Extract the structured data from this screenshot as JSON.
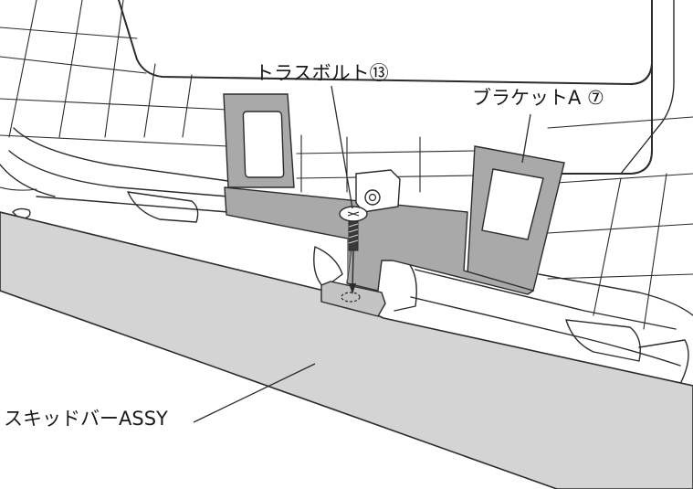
{
  "labels": {
    "truss_bolt": "トラスボルト⑬",
    "bracket_a": "ブラケットA ⑦",
    "skid_bar": "スキッドバーASSY"
  },
  "colors": {
    "bracket_fill": "#a9a9a9",
    "skid_bar_fill": "#d4d4d4",
    "line": "#2b2b2b",
    "background": "#ffffff"
  }
}
